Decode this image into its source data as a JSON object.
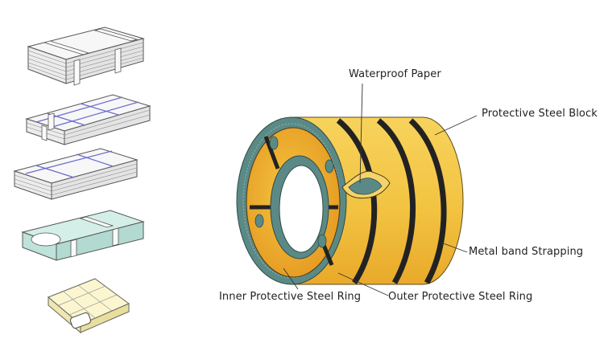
{
  "labels": {
    "waterproof_paper": "Waterproof Paper",
    "protective_steel_block": "Protective Steel Block",
    "metal_band_strapping": "Metal band Strapping",
    "inner_protective_steel_ring": "Inner Protective Steel Ring",
    "outer_protective_steel_ring": "Outer Protective Steel Ring"
  },
  "colors": {
    "coil_body": "#f3c84a",
    "coil_end": "#e8a62a",
    "steel_ring": "#5b8a86",
    "strap": "#222222",
    "sheet_face": "#f4f4f4",
    "wrapped_stack": "#cdebe4",
    "paper_block": "#f8f4c6"
  }
}
